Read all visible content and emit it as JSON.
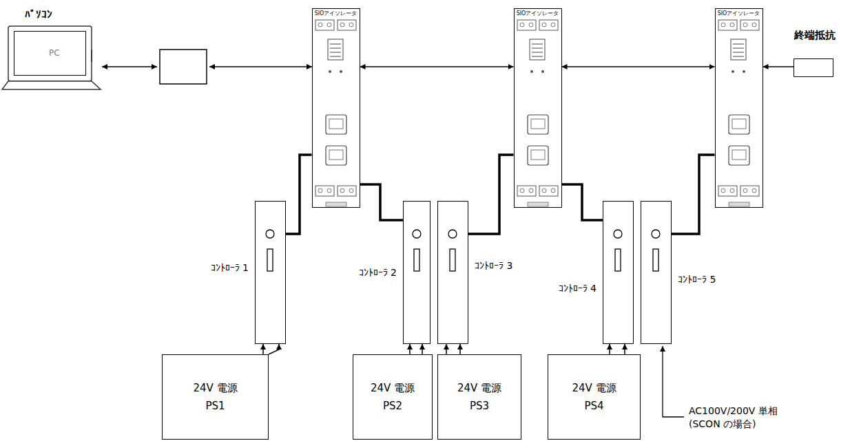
{
  "diagram": {
    "nodes": [
      {
        "text": [
          "ﾊﾟｿｺﾝ",
          "PC"
        ]
      },
      {
        "text": [
          "SIOアイソレータ"
        ]
      },
      {
        "text": [
          "SIOアイソレータ"
        ]
      },
      {
        "text": [
          "SIOアイソレータ"
        ]
      },
      {
        "text": [
          "終端抵抗"
        ]
      },
      {
        "text": [
          "ｺﾝﾄﾛｰﾗ 1"
        ]
      },
      {
        "text": [
          "ｺﾝﾄﾛｰﾗ 2"
        ]
      },
      {
        "text": [
          "ｺﾝﾄﾛｰﾗ 3"
        ]
      },
      {
        "text": [
          "ｺﾝﾄﾛｰﾗ 4"
        ]
      },
      {
        "text": [
          "ｺﾝﾄﾛｰﾗ 5"
        ]
      },
      {
        "text": [
          "24V 電源",
          "PS1"
        ]
      },
      {
        "text": [
          "24V 電源",
          "PS2"
        ]
      },
      {
        "text": [
          "24V 電源",
          "PS3"
        ]
      },
      {
        "text": [
          "24V 電源",
          "PS4"
        ]
      }
    ],
    "edges": [
      {
        "from": 1,
        "to": 2,
        "arrow": "both"
      },
      {
        "from": 2,
        "to": 3,
        "arrow": "both"
      },
      {
        "from": 4,
        "to": 3,
        "arrow": "to"
      },
      {
        "from": 5,
        "to": 1,
        "arrow": "none"
      },
      {
        "from": 1,
        "to": 6,
        "arrow": "none"
      },
      {
        "from": 7,
        "to": 2,
        "arrow": "none"
      },
      {
        "from": 2,
        "to": 8,
        "arrow": "none"
      },
      {
        "from": 9,
        "to": 3,
        "arrow": "none"
      },
      {
        "from": 10,
        "to": 5,
        "arrow": "to"
      },
      {
        "from": 10,
        "to": 5,
        "arrow": "to"
      },
      {
        "from": 11,
        "to": 6,
        "arrow": "to"
      },
      {
        "from": 11,
        "to": 6,
        "arrow": "to"
      },
      {
        "from": 12,
        "to": 7,
        "arrow": "to"
      },
      {
        "from": 12,
        "to": 7,
        "arrow": "to"
      },
      {
        "from": 13,
        "to": 8,
        "arrow": "to"
      },
      {
        "from": 13,
        "to": 8,
        "arrow": "to"
      }
    ],
    "labels": [
      "AC100V/200V 単相 (SCON の場合)"
    ]
  }
}
